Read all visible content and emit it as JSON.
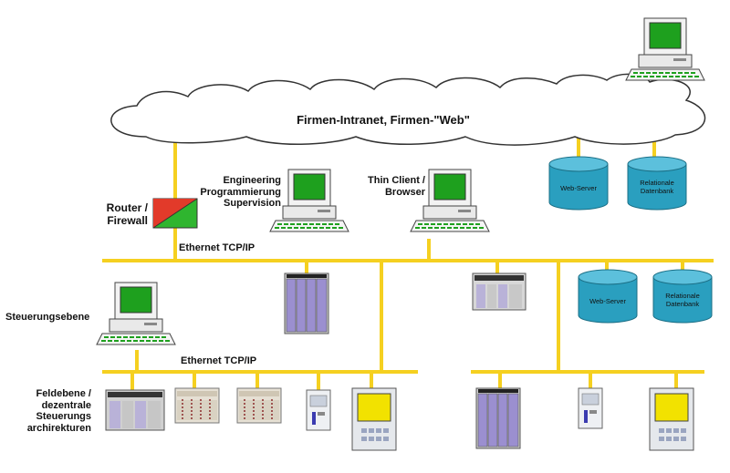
{
  "intranet": {
    "label": "Firmen-Intranet, Firmen-\"Web\""
  },
  "router": {
    "label_line1": "Router /",
    "label_line2": "Firewall"
  },
  "engineering": {
    "line1": "Engineering",
    "line2": "Programmierung",
    "line3": "Supervision"
  },
  "thin_client": {
    "line1": "Thin Client /",
    "line2": "Browser"
  },
  "ethernet_upper": "Ethernet TCP/IP",
  "ethernet_lower": "Ethernet TCP/IP",
  "control_level": "Steuerungsebene",
  "field_level": {
    "line1": "Feldebene /",
    "line2": "dezentrale",
    "line3": "Steuerungs",
    "line4": "archirekturen"
  },
  "databases": {
    "web_server_label": "Web-Server",
    "relational_line1": "Relationale",
    "relational_line2": "Datenbank"
  },
  "colors": {
    "bus": "#f5d020",
    "monitor_screen": "#1ea01e",
    "database": "#2a9fbf",
    "router_red": "#e23a2a",
    "router_green": "#2fb52f",
    "hmi_screen": "#f2e200",
    "plc_module": "#9b8fd0"
  }
}
